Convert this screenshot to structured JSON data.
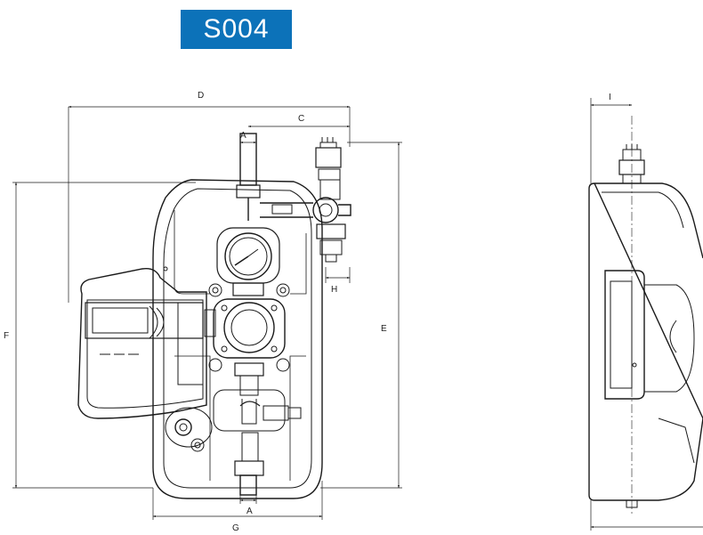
{
  "title": "S004",
  "dimensions": {
    "a_top": "A",
    "a_bottom": "A",
    "c": "C",
    "d": "D",
    "e": "E",
    "f": "F",
    "g": "G",
    "h": "H",
    "i": "I"
  },
  "colors": {
    "badge": "#0c72b9",
    "line": "#1a1a1a"
  }
}
